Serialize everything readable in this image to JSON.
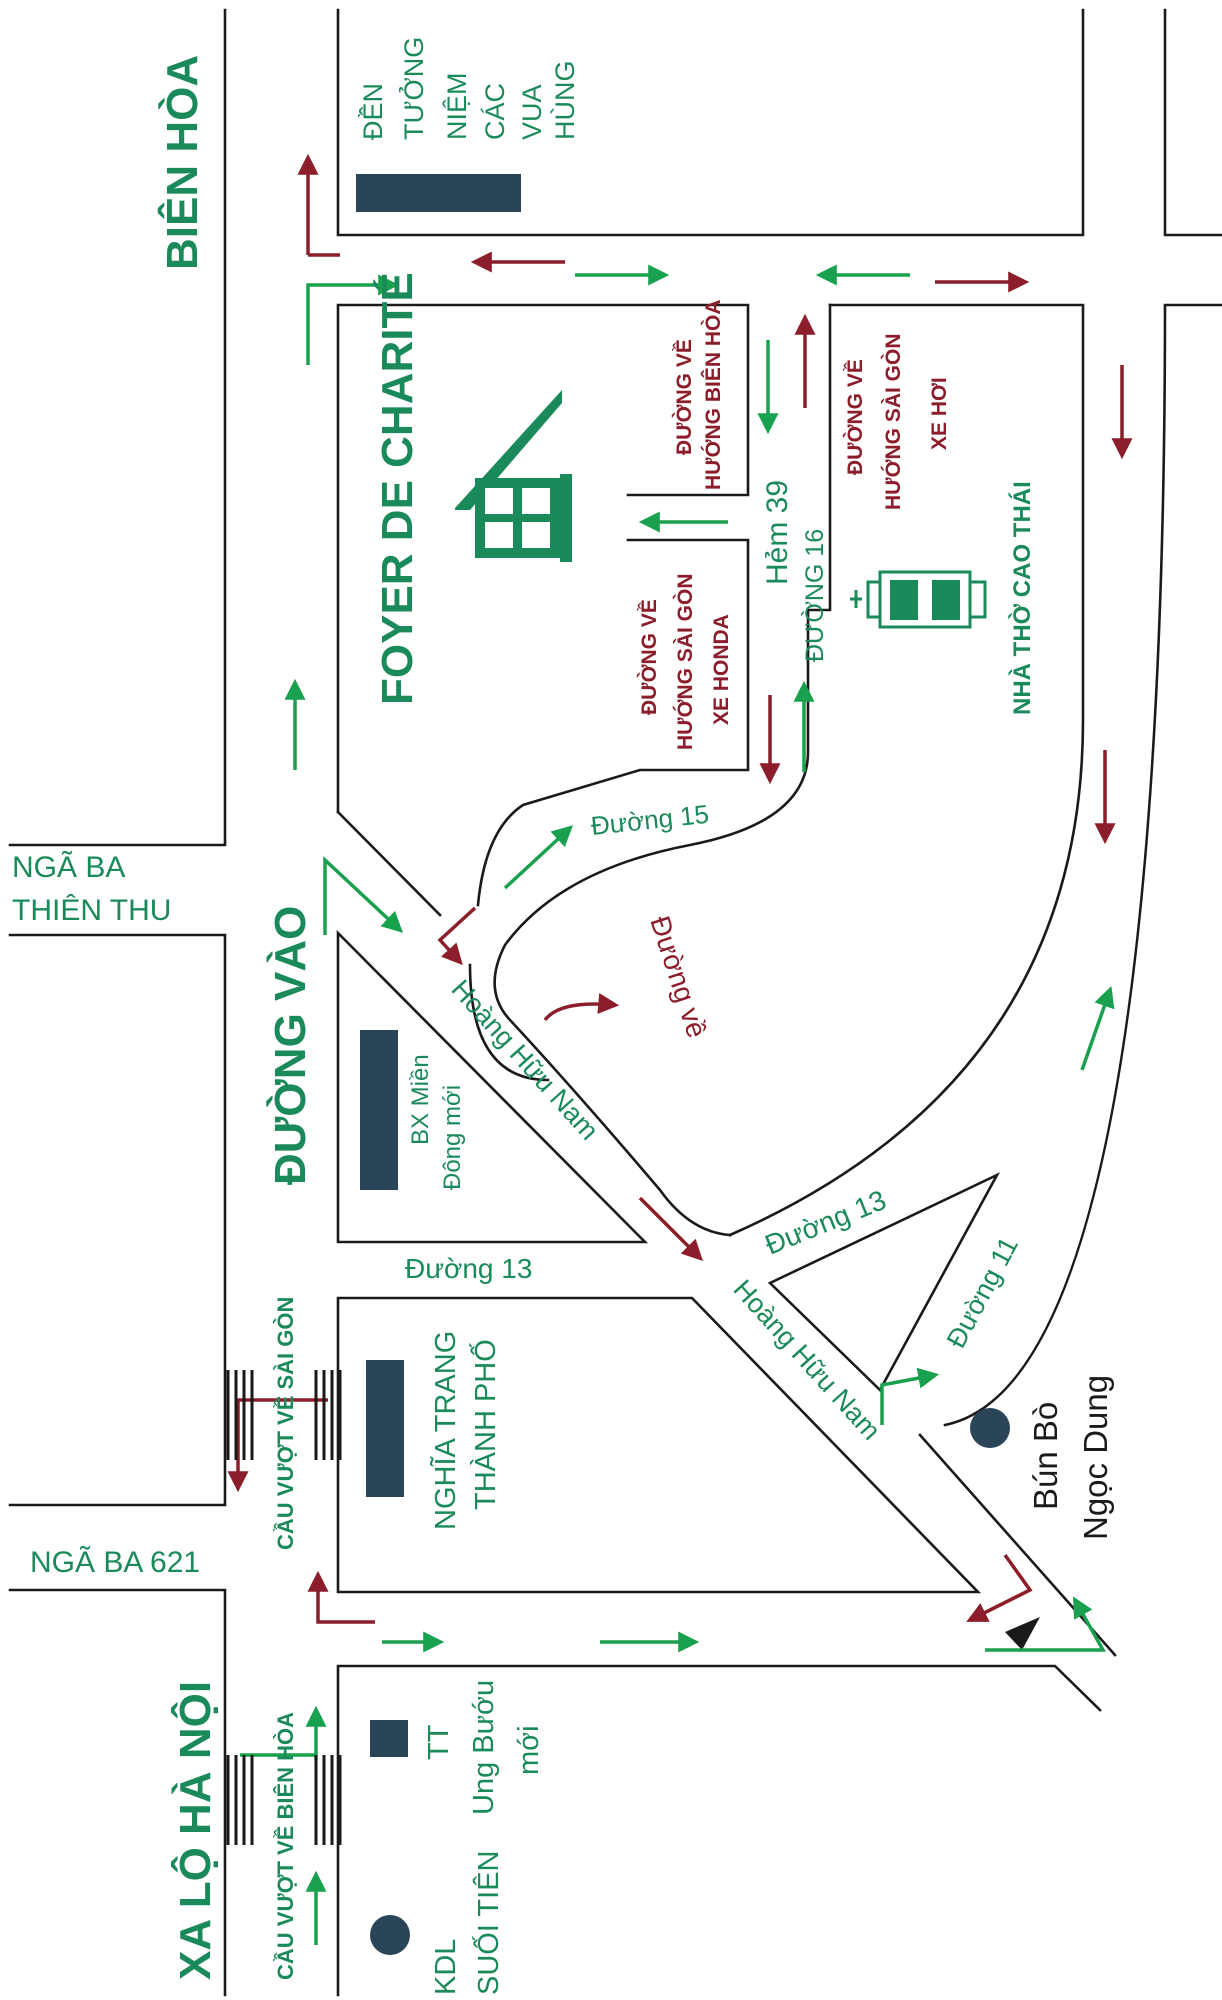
{
  "labels": {
    "bien_hoa": "BIÊN HÒA",
    "den_tuong_niem": [
      "ĐỀN",
      "TƯỞNG",
      "NIỆM",
      "CÁC",
      "VUA",
      "HÙNG"
    ],
    "foyer": "FOYER DE CHARITÉ",
    "duong_ve_bien_hoa": [
      "ĐƯỜNG VỀ",
      "HƯỚNG BIÊN HÒA"
    ],
    "duong_ve_sg_xe_hoi": [
      "ĐƯỜNG VỀ",
      "HƯỚNG SÀI GÒN",
      "XE HƠI"
    ],
    "duong_ve_sg_xe_honda": [
      "ĐƯỜNG VỀ",
      "HƯỚNG SÀI GÒN",
      "XE HONDA"
    ],
    "hem_39": "Hẻm 39",
    "duong_16": "ĐƯỜNG 16",
    "nha_tho_cao_thai": "NHÀ THỜ CAO THÁI",
    "duong_15": "Đường 15",
    "duong_ve": "Đường về",
    "nga_ba_thien_thu": [
      "NGÃ BA",
      "THIÊN THU"
    ],
    "duong_vao": "ĐƯỜNG VÀO",
    "hoang_huu_nam": "Hoàng Hữu Nam",
    "bx_mien_dong": [
      "BX Miền",
      "Đông mới"
    ],
    "duong_13": "Đường 13",
    "duong_11": "Đường 11",
    "cau_vuot_sai_gon": "CẦU VƯỢT VỀ SÀI GÒN",
    "nghia_trang": [
      "NGHĨA TRANG",
      "THÀNH PHỐ"
    ],
    "bun_bo": [
      "Bún Bò",
      "Ngọc Dung"
    ],
    "nga_ba_621": "NGÃ BA 621",
    "xa_lo_ha_noi": "XA LỘ HÀ NỘI",
    "cau_vuot_bien_hoa": "CẦU VƯỢT VỀ BIÊN HÒA",
    "tt_ung_buou": [
      "TT",
      "Ung Bướu",
      "mới"
    ],
    "kdl_suoi_tien": [
      "KDL",
      "SUỐI TIÊN"
    ]
  },
  "colors": {
    "green": "#1b8a5a",
    "arrow_green": "#19a14f",
    "red": "#8b1e2a",
    "navy": "#2a4458",
    "road": "#1a1a1a"
  },
  "icons": [
    "house-icon",
    "church-icon",
    "location-pin-icon"
  ]
}
